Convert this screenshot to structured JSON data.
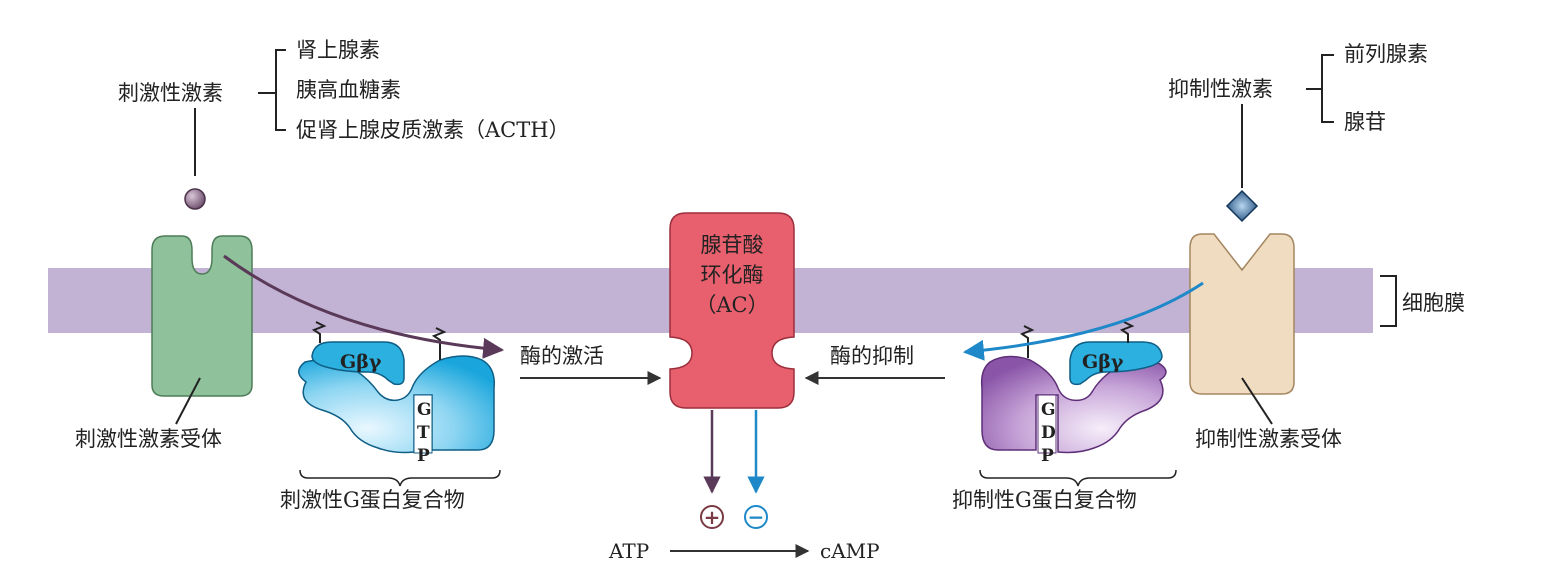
{
  "stimulatory": {
    "title": "刺激性激素",
    "hormones": [
      "肾上腺素",
      "胰高血糖素",
      "促肾上腺皮质激素（ACTH）"
    ],
    "receptor_label": "刺激性激素受体",
    "g_complex_label": "刺激性G蛋白复合物",
    "g_beta_gamma": "Gβγ",
    "nucleotide": [
      "G",
      "T",
      "P"
    ],
    "action_label": "酶的激活"
  },
  "inhibitory": {
    "title": "抑制性激素",
    "hormones": [
      "前列腺素",
      "腺苷"
    ],
    "receptor_label": "抑制性激素受体",
    "g_complex_label": "抑制性G蛋白复合物",
    "g_beta_gamma": "Gβγ",
    "nucleotide": [
      "G",
      "D",
      "P"
    ],
    "action_label": "酶的抑制"
  },
  "enzyme": {
    "lines": [
      "腺苷酸",
      "环化酶",
      "（AC）"
    ]
  },
  "membrane_label": "细胞膜",
  "reaction": {
    "substrate": "ATP",
    "product": "cAMP",
    "plus_symbol": "+",
    "minus_symbol": "−"
  },
  "colors": {
    "membrane": "#c2b3d4",
    "stim_receptor": "#8fc19a",
    "inhib_receptor": "#f0dcc0",
    "enzyme": "#e8606e",
    "stim_g": "#2bb0e0",
    "inhib_g": "#9a66b4",
    "stim_arrow": "#5a3a58",
    "inhib_arrow": "#1e88c8",
    "stim_hormone": "#7a5a78",
    "inhib_hormone": "#1e4e80"
  }
}
